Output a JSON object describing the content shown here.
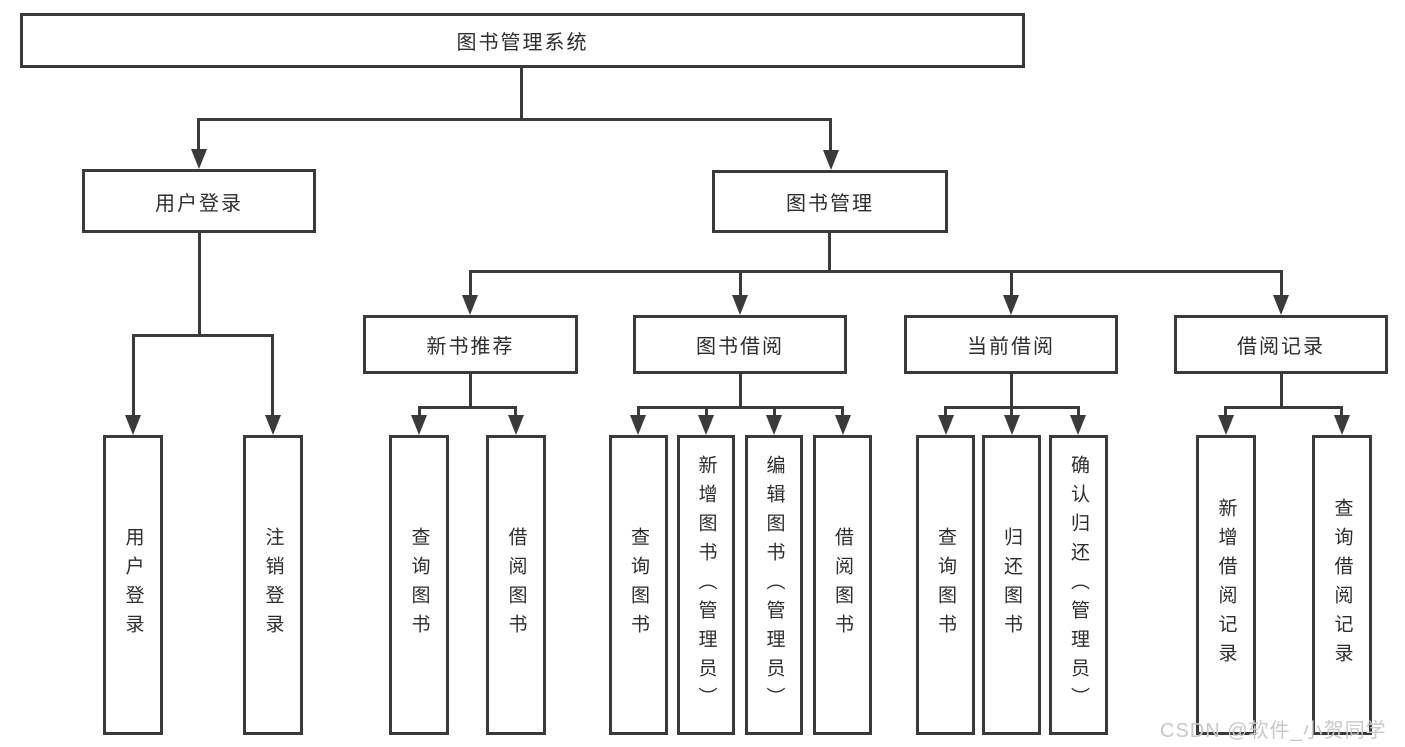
{
  "diagram": {
    "title": "图书管理系统",
    "level2": [
      {
        "label": "用户登录"
      },
      {
        "label": "图书管理"
      }
    ],
    "level3": [
      {
        "label": "新书推荐"
      },
      {
        "label": "图书借阅"
      },
      {
        "label": "当前借阅"
      },
      {
        "label": "借阅记录"
      }
    ],
    "leaves": {
      "user_login": [
        {
          "label": "用户登录"
        },
        {
          "label": "注销登录"
        }
      ],
      "new_book": [
        {
          "label": "查询图书"
        },
        {
          "label": "借阅图书"
        }
      ],
      "book_borrow": [
        {
          "label": "查询图书"
        },
        {
          "label": "新增图书（管理员）"
        },
        {
          "label": "编辑图书（管理员）"
        },
        {
          "label": "借阅图书"
        }
      ],
      "current_borrow": [
        {
          "label": "查询图书"
        },
        {
          "label": "归还图书"
        },
        {
          "label": "确认归还（管理员）"
        }
      ],
      "borrow_record": [
        {
          "label": "新增借阅记录"
        },
        {
          "label": "查询借阅记录"
        }
      ]
    }
  },
  "watermark": "CSDN @软件_小贺同学",
  "colors": {
    "line": "#3a3a3a",
    "text": "#2d2d2d",
    "watermark": "#c8c8c8",
    "background": "#ffffff"
  }
}
